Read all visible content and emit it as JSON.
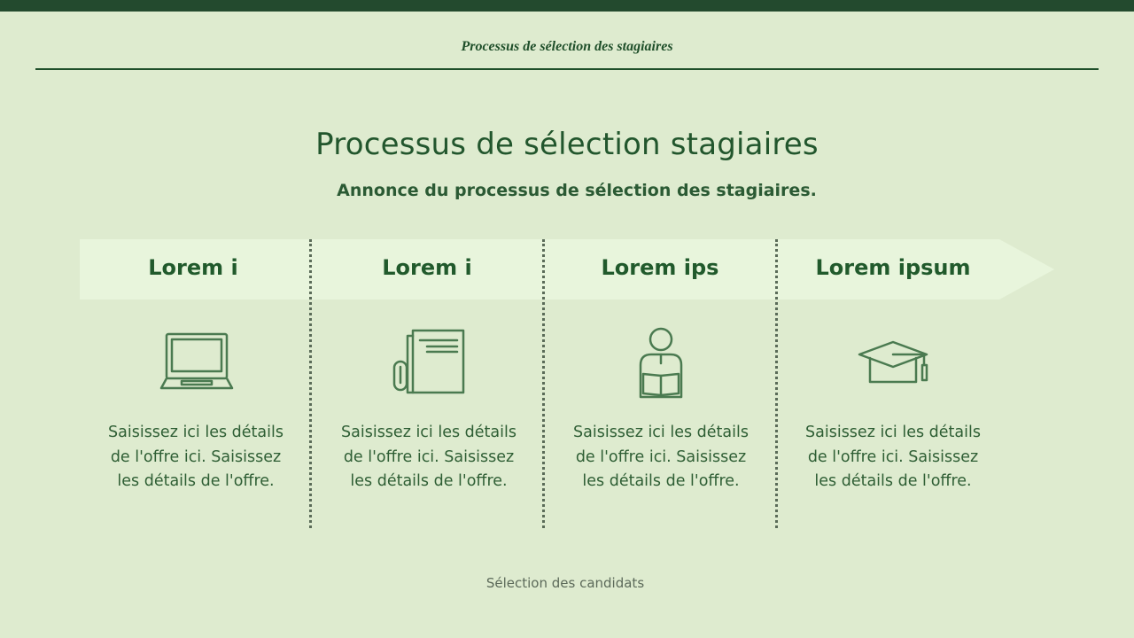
{
  "header": {
    "title": "Processus de sélection des stagiaires"
  },
  "main": {
    "title": "Processus de sélection stagiaires",
    "subtitle": "Annonce du processus de sélection des stagiaires."
  },
  "steps": [
    {
      "heading": "Lorem i",
      "icon": "laptop-icon",
      "description": "Saisissez ici les détails de l'offre ici. Saisissez les détails de l'offre."
    },
    {
      "heading": "Lorem i",
      "icon": "documents-icon",
      "description": "Saisissez ici les détails de l'offre ici. Saisissez les détails de l'offre."
    },
    {
      "heading": "Lorem ips",
      "icon": "reading-person-icon",
      "description": "Saisissez ici les détails de l'offre ici. Saisissez les détails de l'offre."
    },
    {
      "heading": "Lorem ipsum",
      "icon": "graduation-cap-icon",
      "description": "Saisissez ici les détails de l'offre ici. Saisissez les détails de l'offre."
    }
  ],
  "footer": {
    "text": "Sélection des candidats"
  },
  "colors": {
    "background": "#deebcf",
    "top_band": "#234a2e",
    "accent_green": "#1f5a2e",
    "arrow_fill": "#e8f5dc",
    "icon_stroke": "#4a7a50"
  }
}
